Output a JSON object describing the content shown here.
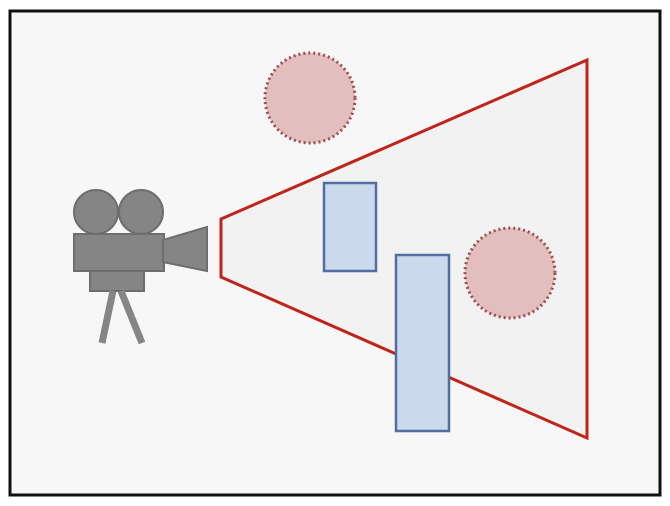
{
  "diagram": {
    "colors": {
      "frame_stroke": "#111111",
      "background": "#f7f7f7",
      "camera": "#858585",
      "camera_outline": "#6e6e6e",
      "frustum_stroke": "#c0241b",
      "frustum_fill": "#f2f2f2",
      "box_fill": "#cbd9ec",
      "box_stroke": "#4f6fa3",
      "sphere_fill": "#e2bebe",
      "sphere_stroke": "#a04a4a"
    },
    "elements": [
      {
        "id": "camera",
        "kind": "camera-icon"
      },
      {
        "id": "view-frustum",
        "kind": "trapezoid"
      },
      {
        "id": "box-1",
        "kind": "rectangle"
      },
      {
        "id": "box-2",
        "kind": "rectangle"
      },
      {
        "id": "sphere-1",
        "kind": "dotted-circle"
      },
      {
        "id": "sphere-2",
        "kind": "dotted-circle"
      }
    ]
  }
}
